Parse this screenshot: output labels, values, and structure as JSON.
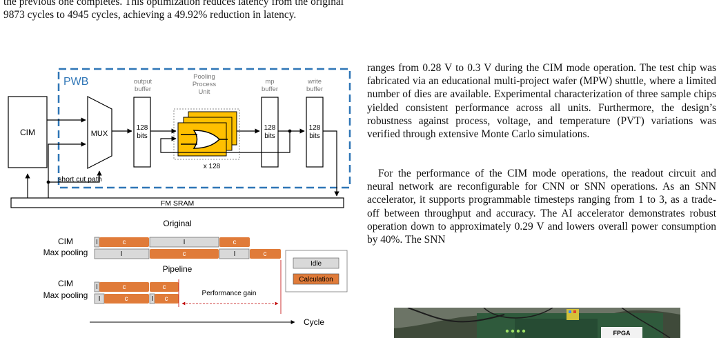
{
  "left_text": {
    "paragraph": "the previous one completes. This optimization reduces latency from the original 9873 cycles to 4945 cycles, achieving a 49.92% reduction in latency."
  },
  "right_text": {
    "paragraph1": "ranges from 0.28 V to 0.3 V during the CIM mode operation. The test chip was fabricated via an educational multi-project wafer (MPW) shuttle, where a limited number of dies are available. Experimental characterization of three sample chips yielded consistent performance across all units. Furthermore, the design’s robustness against process, voltage, and temperature (PVT) variations was verified through extensive Monte Carlo simulations.",
    "paragraph2": "For the performance of the CIM mode operations, the readout circuit and neural network are reconfigurable for CNN or SNN operations. As an SNN accelerator, it supports programmable timesteps ranging from 1 to 3, as a trade-off between throughput and accuracy. The AI accelerator demonstrates robust operation down to approximately 0.29 V and lowers overall power consumption by 40%. The SNN"
  },
  "diagram": {
    "pwb_label": "PWB",
    "cim_label": "CIM",
    "mux_label": "MUX",
    "output_buffer_label": [
      "output",
      "buffer"
    ],
    "ppu_label": [
      "Pooling",
      "Process",
      "Unit"
    ],
    "mp_buffer_label": [
      "mp",
      "buffer"
    ],
    "write_buffer_label": [
      "write",
      "buffer"
    ],
    "bits_count": "128",
    "bits_word": "bits",
    "times_label": "x 128",
    "shortcut_label": "short cut path",
    "fm_sram_label": "FM SRAM"
  },
  "timing": {
    "original_title": "Original",
    "pipeline_title": "Pipeline",
    "cim_row_label": "CIM",
    "maxpool_row_label": "Max pooling",
    "idle_marker": "I",
    "calc_marker": "c",
    "legend_idle": "Idle",
    "legend_calc": "Calculation",
    "performance_gain": "Performance gain",
    "cycle_label": "Cycle"
  },
  "photo": {
    "fpga_label": "FPGA"
  },
  "colors": {
    "pwb_border": "#2e75b6",
    "calc_fill": "#e07b39",
    "idle_fill": "#d9d9d9",
    "ppu_fill": "#ffc000",
    "gain_line": "#c00000"
  }
}
